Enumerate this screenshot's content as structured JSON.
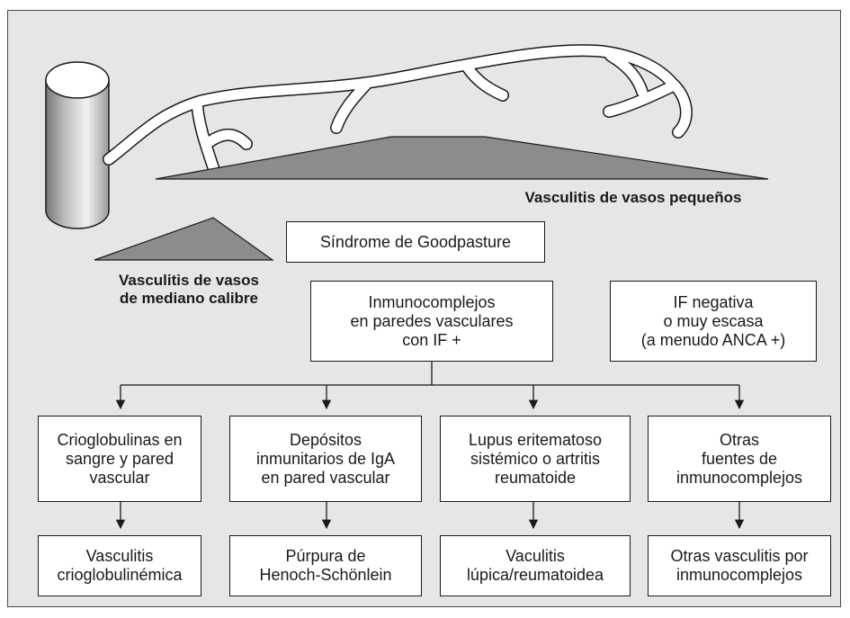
{
  "labels": {
    "small_vessel": "Vasculitis de vasos pequeños",
    "medium_vessel": "Vasculitis de vasos\nde mediano calibre"
  },
  "boxes": {
    "goodpasture": "Síndrome de Goodpasture",
    "immune_complexes": "Inmunocomplejos\nen paredes vasculares\ncon IF +",
    "if_negative": "IF negativa\no muy escasa\n(a menudo ANCA +)"
  },
  "causes": [
    "Crioglobulinas en\nsangre y pared\nvascular",
    "Depósitos\ninmunitarios de IgA\nen pared vascular",
    "Lupus eritematoso\nsistémico o artritis\nreumatoide",
    "Otras\nfuentes de\ninmunocomplejos"
  ],
  "results": [
    "Vasculitis\ncrioglobulinémica",
    "Púrpura de\nHenoch-Schönlein",
    "Vaculitis\nlúpica/reumatoidea",
    "Otras vasculitis por\ninmunocomplejos"
  ],
  "colors": {
    "background": "#e6e6e6",
    "triangle": "#8c8c8c",
    "box_border": "#1a1a1a"
  }
}
